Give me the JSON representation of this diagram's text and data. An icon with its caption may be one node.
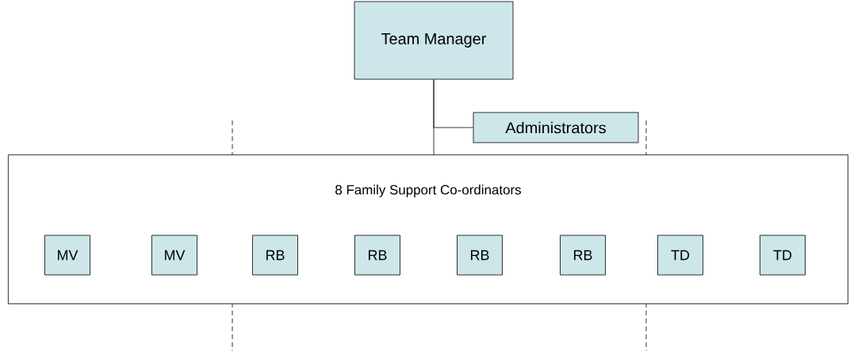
{
  "diagram": {
    "nodes": [
      {
        "text": [
          "Team Manager"
        ]
      },
      {
        "text": [
          "Administrators"
        ]
      },
      {
        "text": [
          "8 Family Support Co-ordinators"
        ]
      },
      {
        "text": [
          "MV"
        ],
        "in": 2
      },
      {
        "text": [
          "MV"
        ],
        "in": 2
      },
      {
        "text": [
          "RB"
        ],
        "in": 2
      },
      {
        "text": [
          "RB"
        ],
        "in": 2
      },
      {
        "text": [
          "RB"
        ],
        "in": 2
      },
      {
        "text": [
          "RB"
        ],
        "in": 2
      },
      {
        "text": [
          "TD"
        ],
        "in": 2
      },
      {
        "text": [
          "TD"
        ],
        "in": 2
      }
    ],
    "edges": [
      {
        "from": 0,
        "to": 2,
        "arrow": "none"
      },
      {
        "from": 0,
        "to": 1,
        "arrow": "none"
      }
    ]
  }
}
